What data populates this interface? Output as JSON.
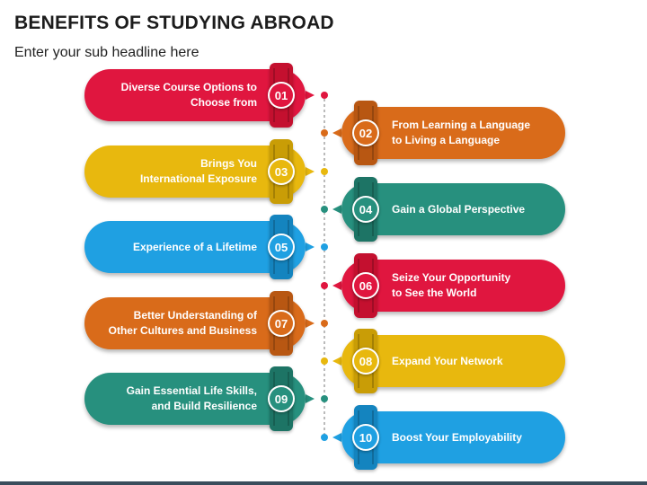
{
  "title": "BENEFITS OF STUDYING ABROAD",
  "subtitle": "Enter your sub headline here",
  "colors": {
    "red": "#e0163f",
    "orange": "#d96b1a",
    "yellow": "#e8b80e",
    "teal": "#27907e",
    "blue": "#1fa0e2",
    "timeline": "#777777"
  },
  "items": [
    {
      "num": "01",
      "side": "left",
      "color": "#e0163f",
      "tab": "#c4102f",
      "text": [
        "Diverse Course Options to",
        "Choose from"
      ]
    },
    {
      "num": "02",
      "side": "right",
      "color": "#d96b1a",
      "tab": "#b85712",
      "text": [
        "From Learning a Language",
        "to Living a Language"
      ]
    },
    {
      "num": "03",
      "side": "left",
      "color": "#e8b80e",
      "tab": "#c99d06",
      "text": [
        "Brings You",
        "International Exposure"
      ]
    },
    {
      "num": "04",
      "side": "right",
      "color": "#27907e",
      "tab": "#1d7465",
      "text": [
        "Gain a Global Perspective"
      ]
    },
    {
      "num": "05",
      "side": "left",
      "color": "#1fa0e2",
      "tab": "#1484bf",
      "text": [
        "Experience of a Lifetime"
      ]
    },
    {
      "num": "06",
      "side": "right",
      "color": "#e0163f",
      "tab": "#c4102f",
      "text": [
        "Seize Your Opportunity",
        "to See the World"
      ]
    },
    {
      "num": "07",
      "side": "left",
      "color": "#d96b1a",
      "tab": "#b85712",
      "text": [
        "Better Understanding of",
        "Other Cultures and Business"
      ]
    },
    {
      "num": "08",
      "side": "right",
      "color": "#e8b80e",
      "tab": "#c99d06",
      "text": [
        "Expand Your Network"
      ]
    },
    {
      "num": "09",
      "side": "left",
      "color": "#27907e",
      "tab": "#1d7465",
      "text": [
        "Gain Essential Life Skills,",
        "and Build Resilience"
      ]
    },
    {
      "num": "10",
      "side": "right",
      "color": "#1fa0e2",
      "tab": "#1484bf",
      "text": [
        "Boost Your Employability"
      ]
    }
  ]
}
